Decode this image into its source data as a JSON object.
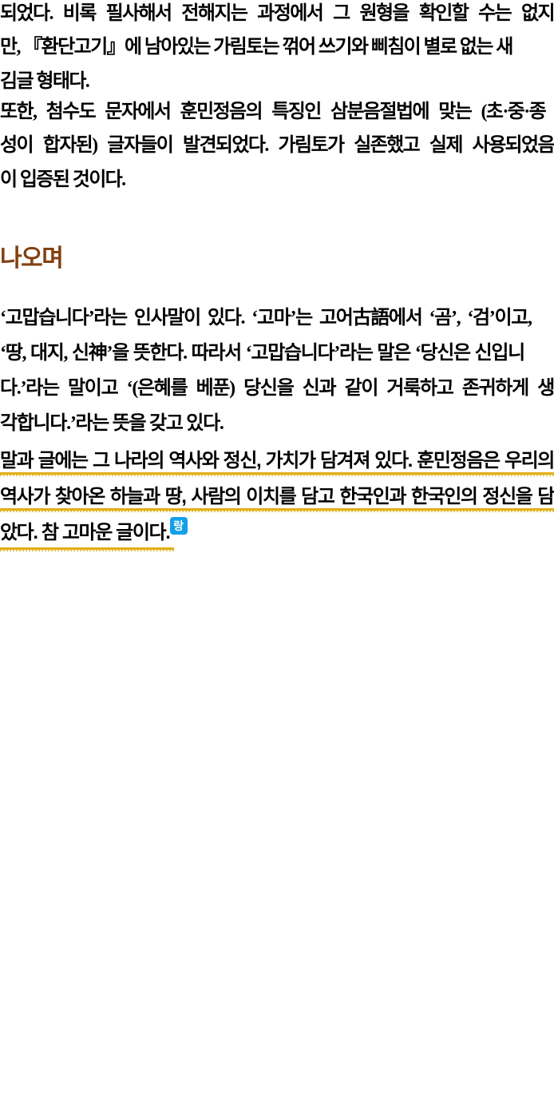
{
  "colors": {
    "heading": "#82400F",
    "underline_solid": "#E1AE14",
    "underline_dot": "#E5C75B",
    "badge_bg": "#14A0E8",
    "badge_text": "#FFFFFF",
    "text": "#000000"
  },
  "paragraphs": {
    "p1": {
      "lines": [
        "되었다. 비록 필사해서 전해지는 과정에서 그 원형을 확인할 수는 없지",
        "만, 『환단고기』에 남아있는 가림토는 꺾어 쓰기와 삐침이 별로 없는 새",
        "김글 형태다."
      ]
    },
    "p2": {
      "lines": [
        "또한, 첨수도 문자에서 훈민정음의 특징인 삼분음절법에 맞는 (초·중·종",
        "성이 합자된) 글자들이 발견되었다. 가림토가 실존했고 실제 사용되었음",
        "이 입증된 것이다."
      ]
    },
    "p3": {
      "lines": [
        "‘고맙습니다’라는 인사말이 있다. ‘고마’는 고어古語에서 ‘곰’, ‘검’이고,",
        "‘땅, 대지, 신神’을 뜻한다. 따라서 ‘고맙습니다’라는 말은 ‘당신은 신입니",
        "다.’라는 말이고 ‘(은혜를 베푼) 당신을 신과 같이 거룩하고 존귀하게 생",
        "각합니다.’라는 뜻을 갖고 있다."
      ]
    }
  },
  "heading": "나오며",
  "highlight": {
    "lines": [
      "말과 글에는 그 나라의 역사와 정신, 가치가 담겨져 있다. 훈민정음은 우리의",
      "역사가 찾아온 하늘과 땅, 사람의 이치를 담고 한국인과 한국인의 정신을 담",
      "았다. 참 고마운 글이다. "
    ]
  },
  "badge": {
    "label": "랑"
  }
}
